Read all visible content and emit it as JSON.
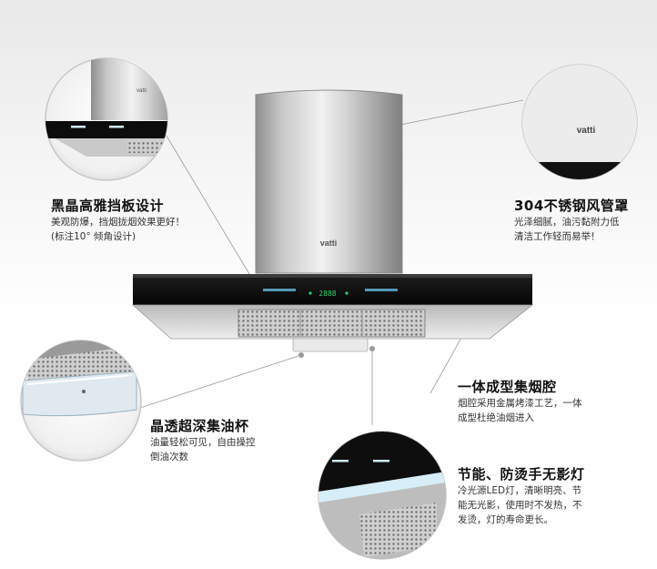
{
  "brand": "vatti",
  "display_readout": "2888",
  "features": {
    "panel": {
      "title": "黑晶高雅挡板设计",
      "lines": [
        "美观防爆，挡烟拢烟效果更好！",
        "(标注10°  倾角设计)"
      ]
    },
    "duct": {
      "title": "304不锈钢风管罩",
      "lines": [
        "光泽细腻，油污黏附力低",
        "清洁工作轻而易举！"
      ]
    },
    "cavity": {
      "title": "一体成型集烟腔",
      "lines": [
        "烟腔采用金属烤漆工艺，一体",
        "成型杜绝油烟进入"
      ]
    },
    "oilcup": {
      "title": "晶透超深集油杯",
      "lines": [
        "油量轻松可见，自由操控",
        "倒油次数"
      ]
    },
    "light": {
      "title": "节能、防烫手无影灯",
      "lines": [
        "冷光源LED灯，清晰明亮、节",
        "能无光影，使用时不发热，不",
        "发烫，灯的寿命更长。"
      ]
    }
  }
}
